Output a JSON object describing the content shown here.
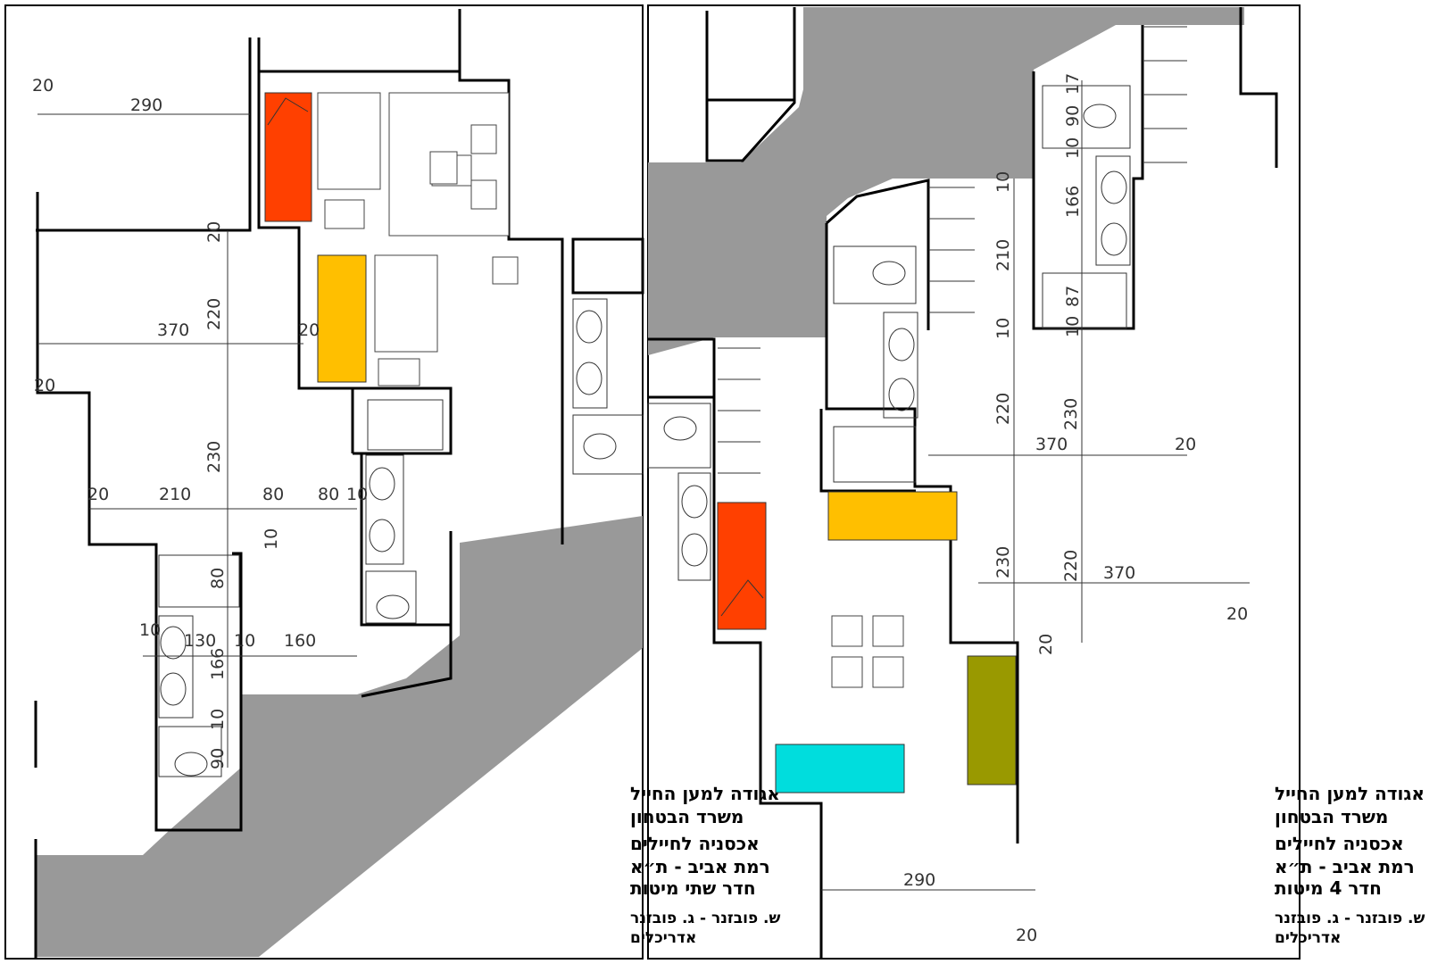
{
  "colors": {
    "corridor": "#999999",
    "bed_red": "#FF4000",
    "bed_yellow": "#FFBF00",
    "bed_olive": "#999900",
    "bed_cyan": "#00DDDD"
  },
  "left_sheet": {
    "title_lines": [
      "אגודה למען החייל",
      "משרד הבטחון",
      "אכסניה לחיילים",
      "רמת אביב - ת״א",
      "חדר שתי מיטות"
    ],
    "architects": [
      "ש. פובזנר - ג. פובזנר",
      "אדריכלים"
    ],
    "dims": {
      "d20_top": "20",
      "d290": "290",
      "d20_v1": "20",
      "d220": "220",
      "d370": "370",
      "d20_mid": "20",
      "d20_left": "20",
      "d230": "230",
      "d20_b": "20",
      "d210": "210",
      "d80a": "80",
      "d80b": "80",
      "d10a": "10",
      "d10v": "10",
      "d80v": "80",
      "d10b": "10",
      "d130": "130",
      "d10c": "10",
      "d160": "160",
      "d166": "166",
      "d10d": "10",
      "d90": "90"
    }
  },
  "right_sheet": {
    "title_lines": [
      "אגודה למען החייל",
      "משרד הבטחון",
      "אכסניה לחיילים",
      "רמת אביב - ת״א",
      "חדר 4 מיטות"
    ],
    "architects": [
      "ש. פובזנר - ג. פובזנר",
      "אדריכלים"
    ],
    "dims": {
      "d17": "17",
      "d90": "90",
      "d10a": "10",
      "d166": "166",
      "d87": "87",
      "d10b": "10",
      "d10c": "10",
      "d210": "210",
      "d10d": "10",
      "d220a": "220",
      "d230a": "230",
      "d370a": "370",
      "d20a": "20",
      "d230b": "230",
      "d220b": "220",
      "d370b": "370",
      "d20b": "20",
      "d20c": "20",
      "d290": "290",
      "d20d": "20"
    }
  }
}
